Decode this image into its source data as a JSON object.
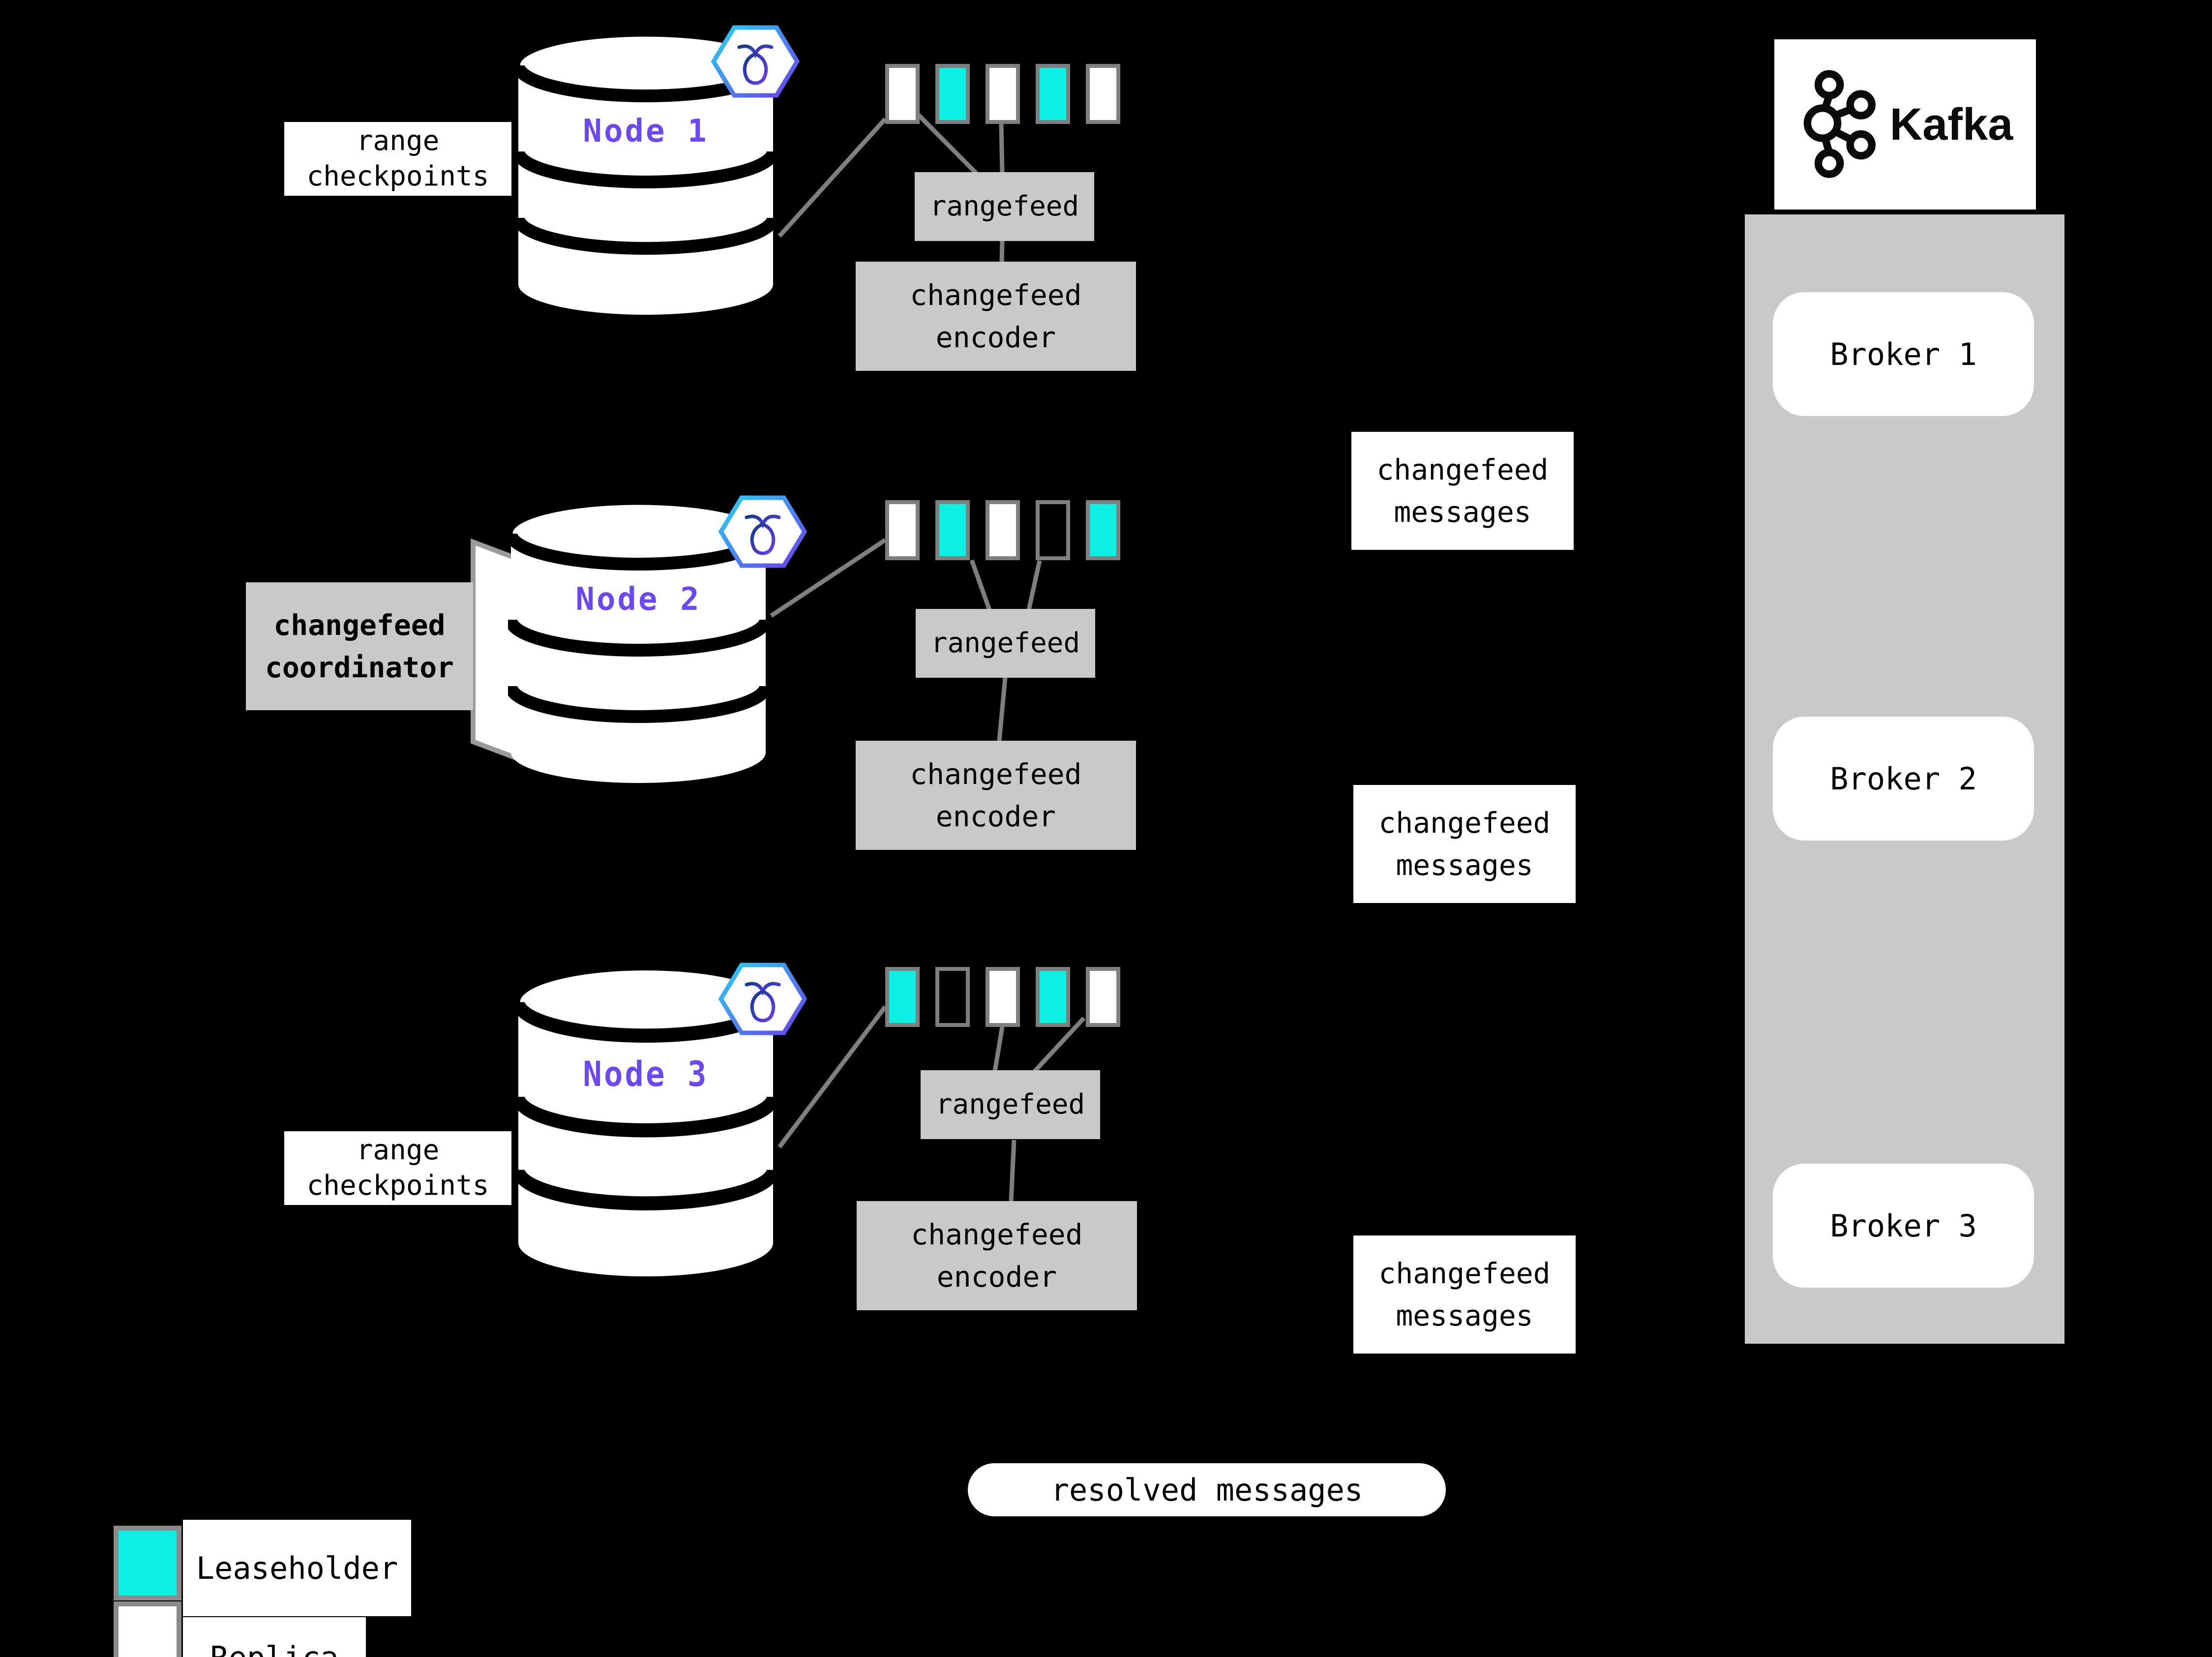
{
  "colors": {
    "background": "#000000",
    "leaseholder_cyan": "#0cf0e4",
    "replica_white": "#ffffff",
    "box_gray": "#c9c9c9",
    "line_gray": "#7f7f7f",
    "node_label_purple": "#6b48f2",
    "hexagon_gradient_start": "#27d3f5",
    "hexagon_gradient_end": "#6a3df0"
  },
  "nodes": [
    {
      "label": "Node 1",
      "squares": [
        "replica",
        "leaseholder",
        "replica",
        "leaseholder",
        "replica"
      ]
    },
    {
      "label": "Node 2",
      "squares": [
        "replica",
        "leaseholder",
        "replica",
        "empty",
        "leaseholder"
      ]
    },
    {
      "label": "Node 3",
      "squares": [
        "leaseholder",
        "empty",
        "replica",
        "leaseholder",
        "replica"
      ]
    }
  ],
  "labels": {
    "range_checkpoints_l1": "range",
    "range_checkpoints_l2": "checkpoints",
    "coordinator_l1": "changefeed",
    "coordinator_l2": "coordinator",
    "rangefeed": "rangefeed",
    "encoder_l1": "changefeed",
    "encoder_l2": "encoder",
    "messages_l1": "changefeed",
    "messages_l2": "messages",
    "resolved": "resolved messages"
  },
  "kafka": {
    "title": "Kafka",
    "brokers": [
      "Broker 1",
      "Broker 2",
      "Broker 3"
    ]
  },
  "legend": {
    "leaseholder": "Leaseholder",
    "replica": "Replica"
  }
}
